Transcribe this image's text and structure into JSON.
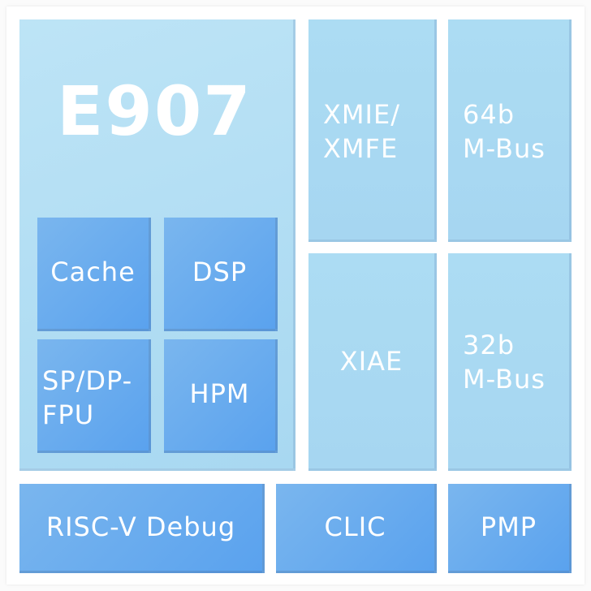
{
  "core": {
    "title": "E907"
  },
  "units": {
    "cache": "Cache",
    "dsp": "DSP",
    "fpu": "SP/DP-\nFPU",
    "hpm": "HPM"
  },
  "extensions": {
    "xmie": "XMIE/\nXMFE",
    "xiae": "XIAE"
  },
  "buses": {
    "bus64": "64b\nM-Bus",
    "bus32": "32b\nM-Bus"
  },
  "bottom": {
    "debug": "RISC-V Debug",
    "clic": "CLIC",
    "pmp": "PMP"
  }
}
